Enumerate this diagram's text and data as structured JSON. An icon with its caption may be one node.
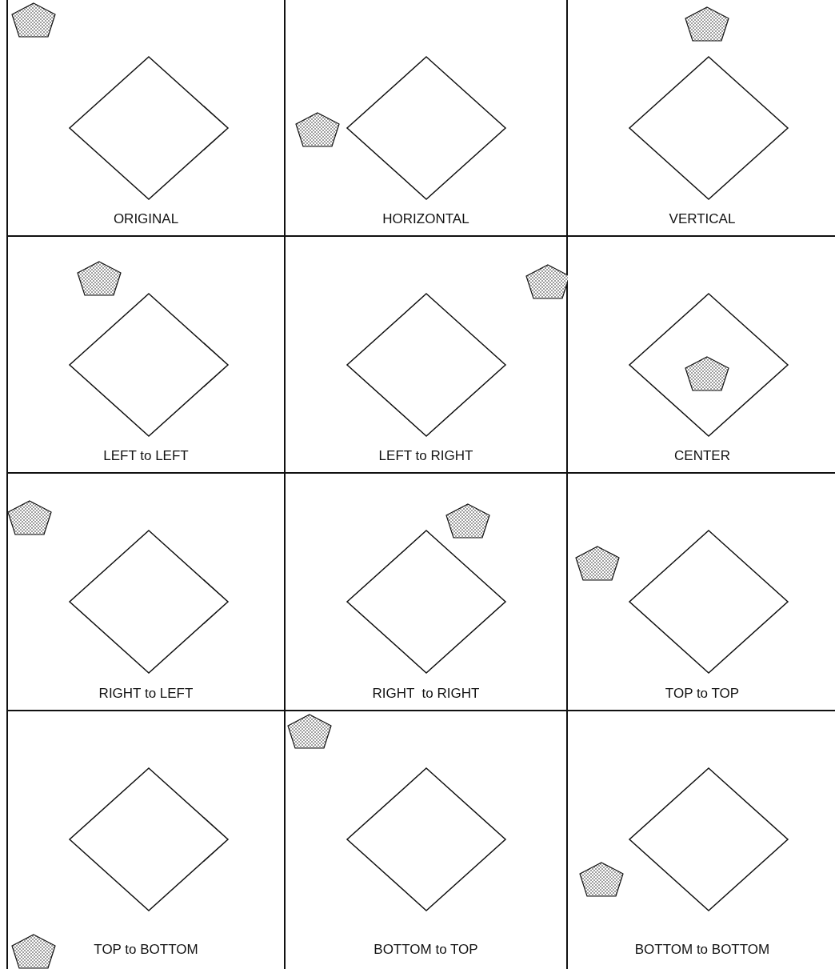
{
  "diagram": {
    "nodes": [
      {
        "text": [
          "ORIGINAL"
        ]
      },
      {
        "text": [
          "HORIZONTAL"
        ]
      },
      {
        "text": [
          "VERTICAL"
        ]
      },
      {
        "text": [
          "LEFT to LEFT"
        ]
      },
      {
        "text": [
          "LEFT to RIGHT"
        ]
      },
      {
        "text": [
          "CENTER"
        ]
      },
      {
        "text": [
          "RIGHT to LEFT"
        ]
      },
      {
        "text": [
          "RIGHT  to RIGHT"
        ]
      },
      {
        "text": [
          "TOP to TOP"
        ]
      },
      {
        "text": [
          "TOP to BOTTOM"
        ]
      },
      {
        "text": [
          "BOTTOM to TOP"
        ]
      },
      {
        "text": [
          "BOTTOM to BOTTOM"
        ]
      }
    ]
  }
}
